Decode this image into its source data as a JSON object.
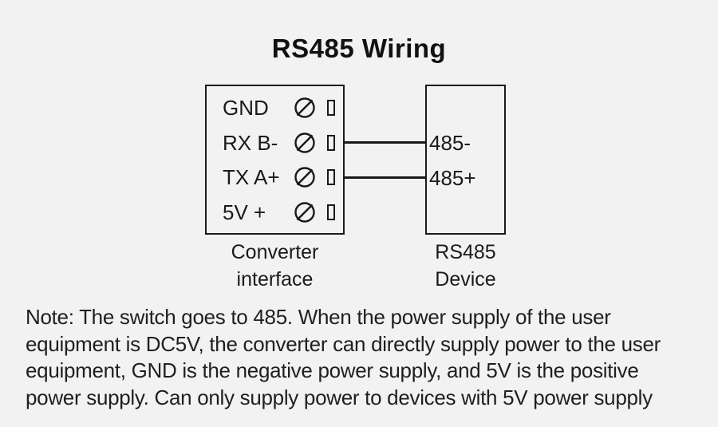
{
  "title": "RS485 Wiring",
  "diagram": {
    "converter": {
      "caption_line1": "Converter",
      "caption_line2": "interface",
      "terminal_icon": "screw-circle-slash",
      "pin_icon": "contact-rectangle",
      "terminals": [
        {
          "label": "GND"
        },
        {
          "label": "RX B-"
        },
        {
          "label": "TX A+"
        },
        {
          "label": "5V +"
        }
      ]
    },
    "device": {
      "caption_line1": "RS485",
      "caption_line2": "Device",
      "ports": [
        {
          "label": "485-"
        },
        {
          "label": "485+"
        }
      ]
    },
    "wires": [
      {
        "from": "RX B-",
        "to": "485-"
      },
      {
        "from": "TX A+",
        "to": "485+"
      }
    ],
    "colors": {
      "line": "#1a1a1a",
      "background": "#f2f2f2",
      "text": "#1f1f1f"
    }
  },
  "note": {
    "lines": [
      "Note: The switch goes to 485. When the power supply of the user",
      "equipment is DC5V, the converter can directly supply power to the user",
      "equipment, GND is the negative power supply, and 5V is the positive",
      "power supply. Can only supply power to devices with 5V power supply"
    ]
  }
}
